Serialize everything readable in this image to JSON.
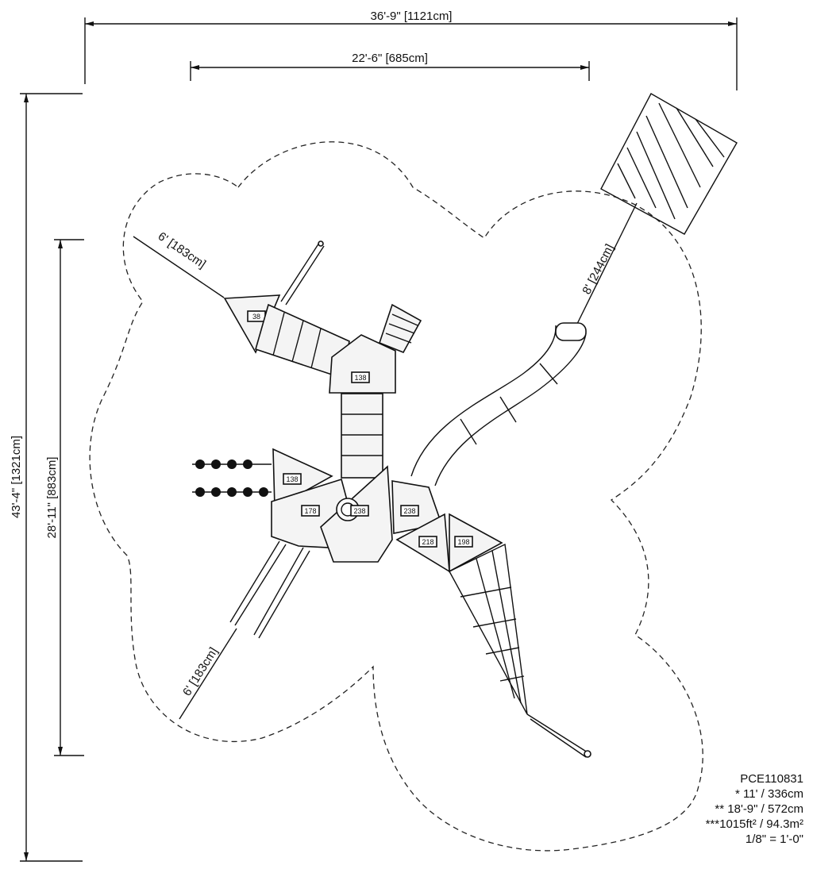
{
  "dimensions": {
    "overall_width": "36'-9\" [1121cm]",
    "equipment_width": "22'-6\" [685cm]",
    "overall_depth": "43'-4\" [1321cm]",
    "equipment_depth": "28'-11\" [883cm]",
    "use_zone_top_left": "6' [183cm]",
    "use_zone_bottom_left": "6' [183cm]",
    "slide_exit_zone": "8' [244cm]"
  },
  "deck_tags": [
    "38",
    "138",
    "138",
    "178",
    "238",
    "238",
    "218",
    "198"
  ],
  "specs": {
    "model": "PCE110831",
    "height": "* 11' / 336cm",
    "fall_height": "** 18'-9\" / 572cm",
    "area": "***1015ft² / 94.3m²",
    "scale": "1/8\" = 1'-0\""
  }
}
